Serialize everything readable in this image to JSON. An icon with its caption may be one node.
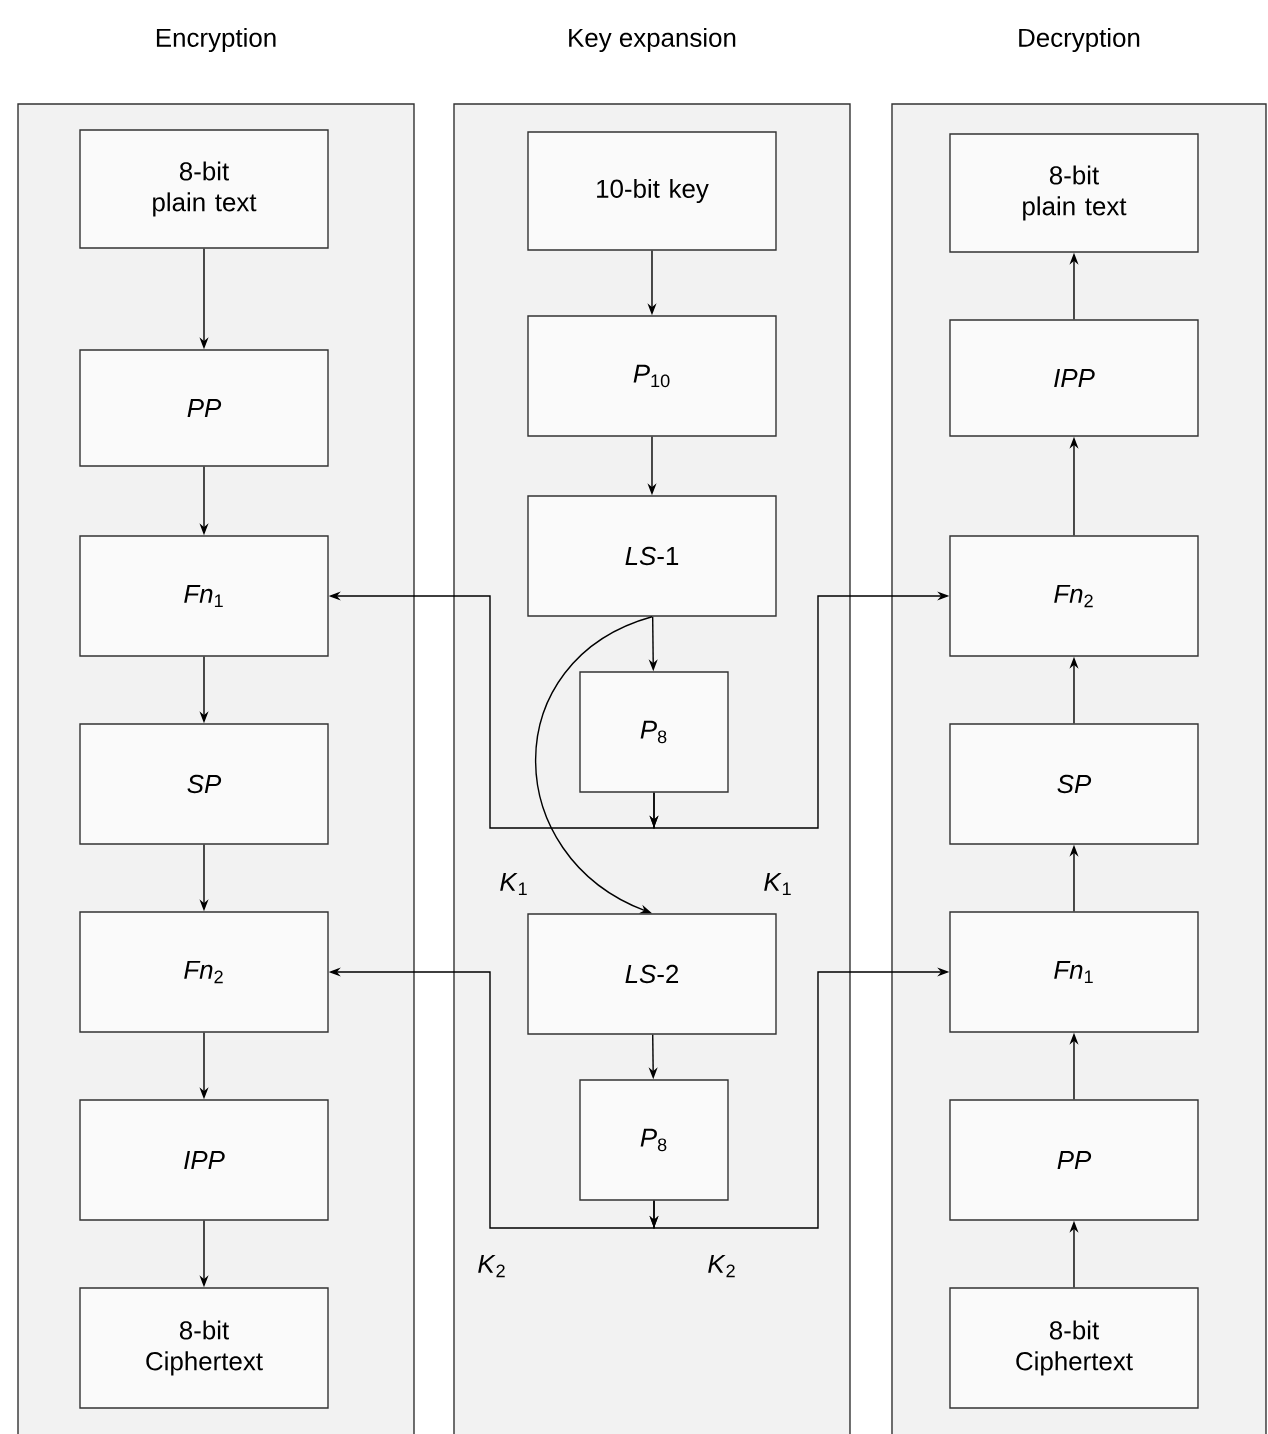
{
  "diagram": {
    "nodes": [
      {
        "text": [
          "Encryption"
        ]
      },
      {
        "text": [
          "8-bit plain text"
        ],
        "in": 0
      },
      {
        "text": [
          "PP"
        ],
        "in": 0
      },
      {
        "text": [
          "*Fn*$_{1}$"
        ],
        "in": 0
      },
      {
        "text": [
          "SP"
        ],
        "in": 0
      },
      {
        "text": [
          "*Fn*$_{2}$"
        ],
        "in": 0
      },
      {
        "text": [
          "IPP"
        ],
        "in": 0
      },
      {
        "text": [
          "8-bit Ciphertext"
        ],
        "in": 0
      },
      {
        "text": [
          "Key expansion"
        ]
      },
      {
        "text": [
          "10-bit key"
        ],
        "in": 8
      },
      {
        "text": [
          "*P*$_{10}$"
        ],
        "in": 8
      },
      {
        "text": [
          "*LS*-1"
        ],
        "in": 8
      },
      {
        "text": [
          "*P*$_{8}$"
        ],
        "in": 8
      },
      {
        "text": [
          "*LS*-2"
        ],
        "in": 8
      },
      {
        "text": [
          "*P*$_{8}$"
        ],
        "in": 8
      },
      {
        "text": [
          "Decryption"
        ]
      },
      {
        "text": [
          "8-bit plain text"
        ],
        "in": 15
      },
      {
        "text": [
          "IPP"
        ],
        "in": 15
      },
      {
        "text": [
          "*Fn*$_{2}$"
        ],
        "in": 15
      },
      {
        "text": [
          "SP"
        ],
        "in": 15
      },
      {
        "text": [
          "*Fn*$_{1}$"
        ],
        "in": 15
      },
      {
        "text": [
          "PP"
        ],
        "in": 15
      },
      {
        "text": [
          "8-bit Ciphertext"
        ],
        "in": 15
      }
    ],
    "edges": [
      {
        "from": 1,
        "to": 2,
        "arrow": "to"
      },
      {
        "from": 2,
        "to": 3,
        "arrow": "to"
      },
      {
        "from": 3,
        "to": 4,
        "arrow": "to"
      },
      {
        "from": 4,
        "to": 5,
        "arrow": "to"
      },
      {
        "from": 5,
        "to": 6,
        "arrow": "to"
      },
      {
        "from": 6,
        "to": 7,
        "arrow": "to"
      },
      {
        "from": 9,
        "to": 10,
        "arrow": "to"
      },
      {
        "from": 10,
        "to": 11,
        "arrow": "to"
      },
      {
        "from": 11,
        "to": 12,
        "arrow": "to"
      },
      {
        "from": 11,
        "to": 13,
        "arrow": "to"
      },
      {
        "from": 13,
        "to": 14,
        "arrow": "to"
      },
      {
        "from": 12,
        "to": 3,
        "arrow": "to",
        "label": "*K*$_{1}$"
      },
      {
        "from": 12,
        "to": 18,
        "arrow": "to",
        "label": "*K*$_{1}$"
      },
      {
        "from": 14,
        "to": 5,
        "arrow": "to",
        "label": "*K*$_{2}$"
      },
      {
        "from": 14,
        "to": 20,
        "arrow": "to",
        "label": "*K*$_{2}$"
      },
      {
        "from": 22,
        "to": 21,
        "arrow": "to"
      },
      {
        "from": 21,
        "to": 20,
        "arrow": "to"
      },
      {
        "from": 20,
        "to": 19,
        "arrow": "to"
      },
      {
        "from": 19,
        "to": 18,
        "arrow": "to"
      },
      {
        "from": 18,
        "to": 17,
        "arrow": "to"
      },
      {
        "from": 17,
        "to": 16,
        "arrow": "to"
      }
    ]
  }
}
